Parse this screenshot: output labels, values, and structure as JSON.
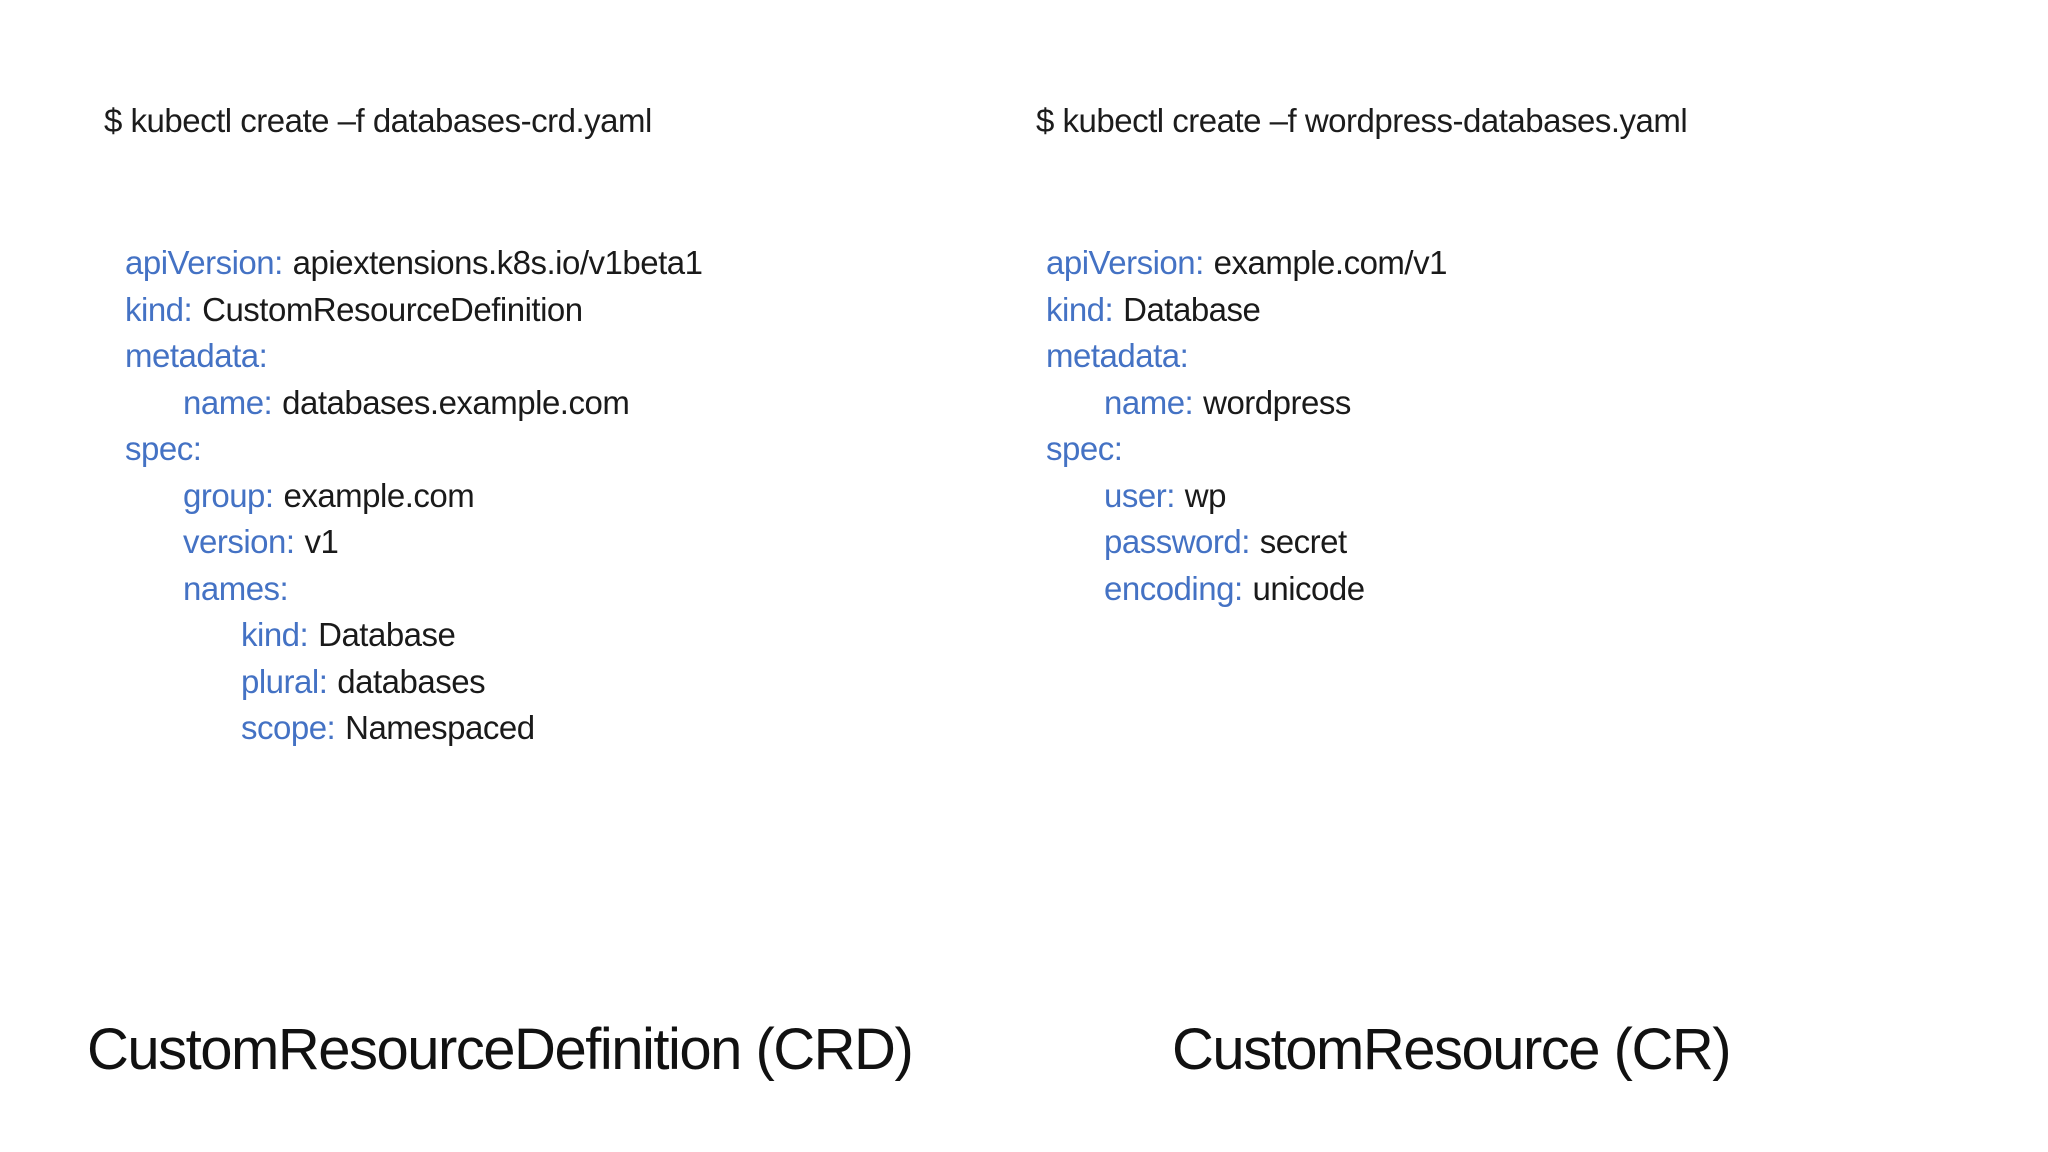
{
  "page": {
    "background_color": "#ffffff",
    "yaml_key_color": "#4472C4",
    "text_color": "#1a1a1a"
  },
  "left_panel": {
    "command": "$ kubectl create –f databases-crd.yaml",
    "yaml_lines": [
      {
        "indent": 0,
        "key": "apiVersion:",
        "value": "apiextensions.k8s.io/v1beta1"
      },
      {
        "indent": 0,
        "key": "kind:",
        "value": "CustomResourceDefinition"
      },
      {
        "indent": 0,
        "key": "metadata:",
        "value": ""
      },
      {
        "indent": 1,
        "key": "name:",
        "value": "databases.example.com"
      },
      {
        "indent": 0,
        "key": "spec:",
        "value": ""
      },
      {
        "indent": 1,
        "key": "group:",
        "value": "example.com"
      },
      {
        "indent": 1,
        "key": "version:",
        "value": "v1"
      },
      {
        "indent": 1,
        "key": "names:",
        "value": ""
      },
      {
        "indent": 2,
        "key": "kind:",
        "value": "Database"
      },
      {
        "indent": 2,
        "key": "plural:",
        "value": "databases"
      },
      {
        "indent": 2,
        "key": "scope:",
        "value": "Namespaced"
      }
    ],
    "caption": "CustomResourceDefinition (CRD)"
  },
  "right_panel": {
    "command": "$ kubectl create –f wordpress-databases.yaml",
    "yaml_lines": [
      {
        "indent": 0,
        "key": "apiVersion:",
        "value": "example.com/v1"
      },
      {
        "indent": 0,
        "key": "kind:",
        "value": "Database"
      },
      {
        "indent": 0,
        "key": "metadata:",
        "value": ""
      },
      {
        "indent": 1,
        "key": "name:",
        "value": "wordpress"
      },
      {
        "indent": 0,
        "key": "spec:",
        "value": ""
      },
      {
        "indent": 1,
        "key": "user:",
        "value": "wp"
      },
      {
        "indent": 1,
        "key": "password:",
        "value": "secret"
      },
      {
        "indent": 1,
        "key": "encoding:",
        "value": "unicode"
      }
    ],
    "caption": "CustomResource (CR)"
  }
}
